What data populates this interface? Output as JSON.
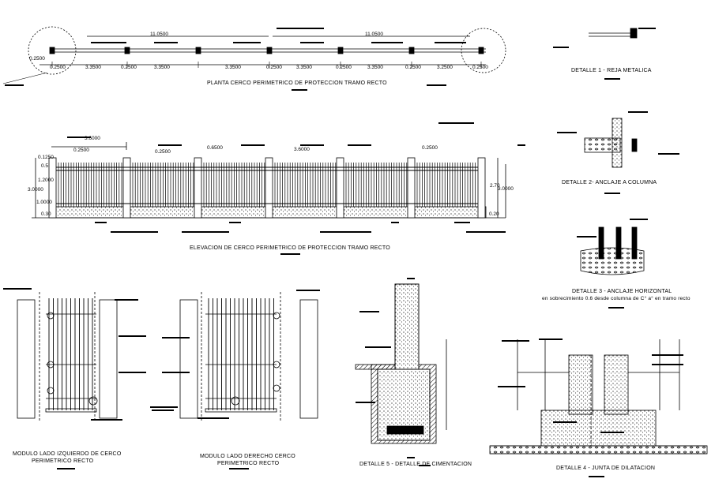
{
  "titles": {
    "plan": "PLANTA CERCO PERIMETRICO DE PROTECCION TRAMO RECTO",
    "elevation": "ELEVACION DE CERCO PERIMETRICO DE PROTECCION TRAMO RECTO",
    "module_left_1": "MODULO LADO IZQUIERDO DE CERCO",
    "module_left_2": "PERIMETRICO RECTO",
    "module_right_1": "MODULO LADO DERECHO  CERCO",
    "module_right_2": "PERIMETRICO RECTO",
    "detail1": "DETALLE 1 - REJA METALICA",
    "detail2": "DETALLE 2- ANCLAJE A COLUMNA",
    "detail3_1": "DETALLE 3 -  ANCLAJE HORIZONTAL",
    "detail3_2": "en sobrecimiento 0.6 desde columna de C° a° en tramo recto",
    "detail5": "DETALLE  5 - DETALLE DE CIMENTACION",
    "detail4": "DETALLE 4 - JUNTA DE DILATACION"
  },
  "plan_dims": {
    "total_left": "11.0500",
    "total_right": "11.0500",
    "side": "0.2500",
    "post_1": "0.2500",
    "bay_1": "3.3500",
    "post_2": "0.2500",
    "bay_2": "3.3500",
    "bay_3": "3.3500",
    "post_3": "0.2500",
    "bay_4": "3.3500",
    "post_4": "0.2500",
    "bay_5": "3.3500",
    "post_5": "0.2500",
    "bay_6": "3.2500",
    "post_6": "0.2500"
  },
  "elev_dims": {
    "top_1": "3.6000",
    "top_a": "0.2500",
    "top_b": "0.6500",
    "top_c": "0.2500",
    "top_d": "3.6000",
    "top_e": "0.2500",
    "left_1": "0.1250",
    "left_2": "0.5",
    "left_3": "1.2000",
    "left_4": "3.0000",
    "left_5": "1.0000",
    "left_6": "0.30",
    "right_1": "2.70",
    "right_2": "3.0000",
    "right_3": "0.20"
  },
  "colors": {
    "ink": "#000000",
    "paper": "#ffffff",
    "accent": "#cc0000"
  }
}
